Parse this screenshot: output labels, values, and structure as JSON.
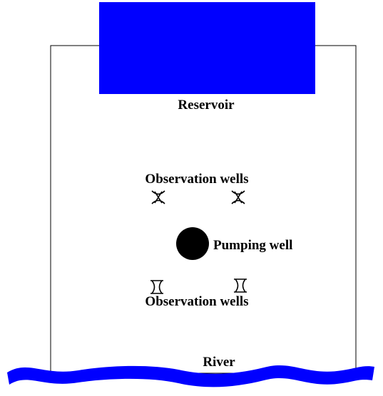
{
  "labels": {
    "reservoir": "Reservoir",
    "observation_wells_top": "Observation wells",
    "pumping_well": "Pumping well",
    "observation_wells_bottom": "Observation wells",
    "river": "River"
  },
  "colors": {
    "reservoir": "#0000ff",
    "river": "#0000ff",
    "pumping_well": "#000000",
    "boundary": "#000000"
  },
  "well_markers": {
    "observation_symbol": "X",
    "observation_count": 4
  }
}
